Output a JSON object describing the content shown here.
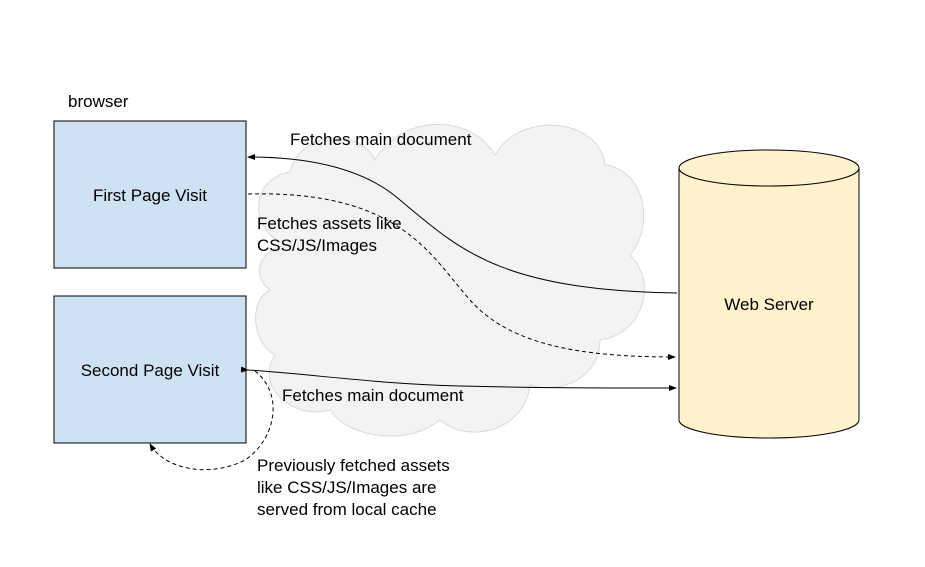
{
  "browser_label": "browser",
  "first_visit": {
    "label": "First Page Visit"
  },
  "second_visit": {
    "label": "Second Page Visit"
  },
  "server": {
    "label": "Web Server"
  },
  "arrows": {
    "fetch_main_first": "Fetches main document",
    "fetch_assets": [
      "Fetches assets like",
      "CSS/JS/Images"
    ],
    "fetch_main_second": "Fetches main document",
    "cached_assets": [
      "Previously fetched assets",
      "like CSS/JS/Images are",
      "served from local cache"
    ]
  },
  "colors": {
    "browser_box_fill": "#cfe2f3",
    "server_fill": "#fff2cc",
    "cloud_fill": "#f3f3f3",
    "cloud_stroke": "#d9d9d9",
    "line": "#000000"
  }
}
